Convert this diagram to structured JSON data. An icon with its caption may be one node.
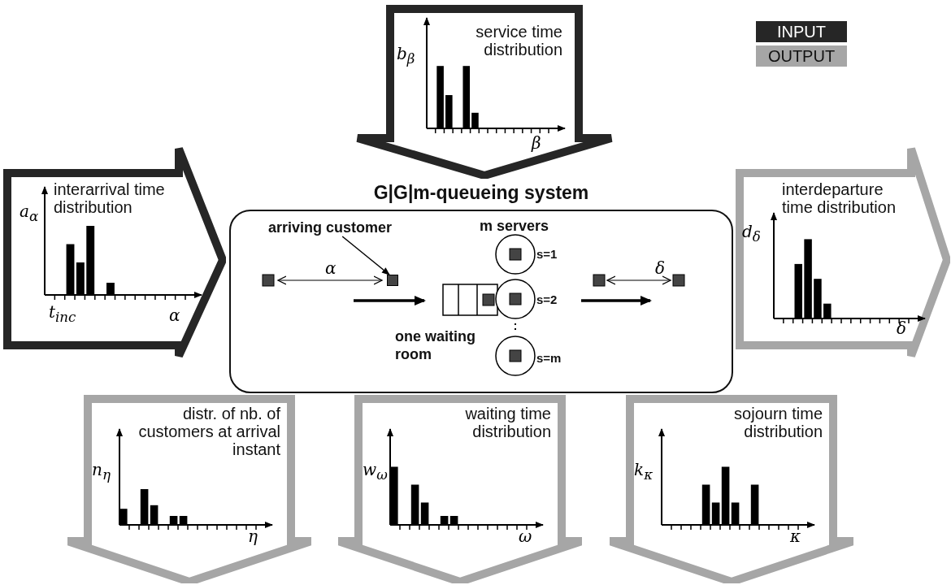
{
  "diagram": {
    "nodes": [
      {
        "text": [
          "service time distribution",
          "b$_{β}$",
          "β"
        ]
      },
      {
        "text": [
          "interarrival time distribution",
          "a$_{α}$",
          "t$_{inc}$",
          "α"
        ]
      },
      {
        "text": [
          "G|G|m-queueing system"
        ]
      },
      {
        "text": [
          "interdeparture time distribution",
          "d$_{δ}$",
          "δ"
        ]
      },
      {
        "text": [
          "arriving customer"
        ],
        "in": 2
      },
      {
        "text": [],
        "shape": "box",
        "in": 2
      },
      {
        "text": [
          "distr. of nb. of customers at arrival instant",
          "n$_{η}$",
          "η"
        ]
      },
      {
        "text": [
          "waiting time distribution",
          "w$_{ω}$",
          "ω"
        ]
      },
      {
        "text": [
          "sojourn time distribution",
          "k$_{κ}$",
          "κ"
        ]
      }
    ],
    "edges": [
      {
        "from": 4,
        "to": 5,
        "arrow": "to"
      }
    ],
    "labels": [
      "m servers",
      "s=1",
      "α",
      "δ",
      "s=2",
      "one waiting room",
      "s=m"
    ],
    "legend": [
      {
        "text": "INPUT",
        "color": "#262626"
      },
      {
        "text": "OUTPUT",
        "color": "#a6a6a6"
      }
    ]
  }
}
